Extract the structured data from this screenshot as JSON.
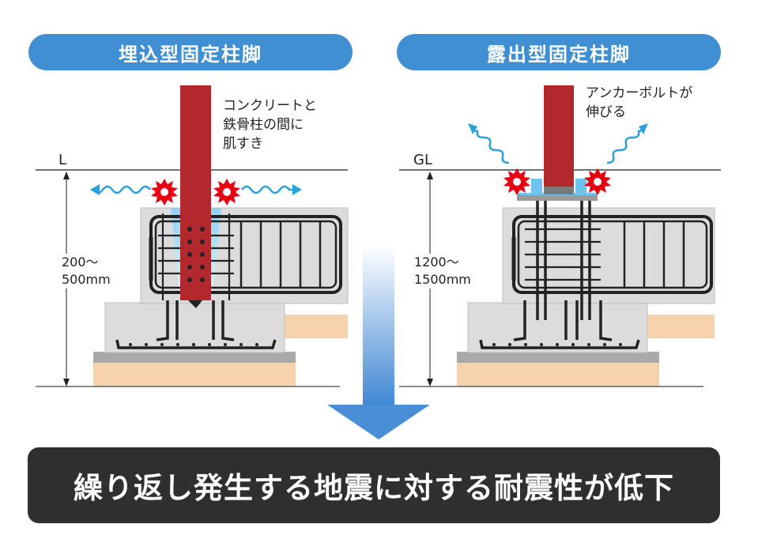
{
  "left_panel": {
    "title": "埋込型固定柱脚",
    "callout": "コンクリートと\n鉄骨柱の間に\n肌すき",
    "ground_label": "L",
    "depth_label": "200〜\n500mm"
  },
  "right_panel": {
    "title": "露出型固定柱脚",
    "callout": "アンカーボルトが\n伸びる",
    "ground_label": "GL",
    "depth_label": "1200〜\n1500mm"
  },
  "conclusion": "繰り返し発生する地震に対する耐震性が低下",
  "colors": {
    "pill": "#3f8fd2",
    "column": "#b3282d",
    "concrete": "#dcdcdc",
    "soil": "#f6d3ad",
    "gravel": "#a9a9a9",
    "rebar": "#222222",
    "wave": "#2aa0dc",
    "burst": "#e60012",
    "banner": "#2f2f2f",
    "arrow": "#4a8fd6"
  }
}
